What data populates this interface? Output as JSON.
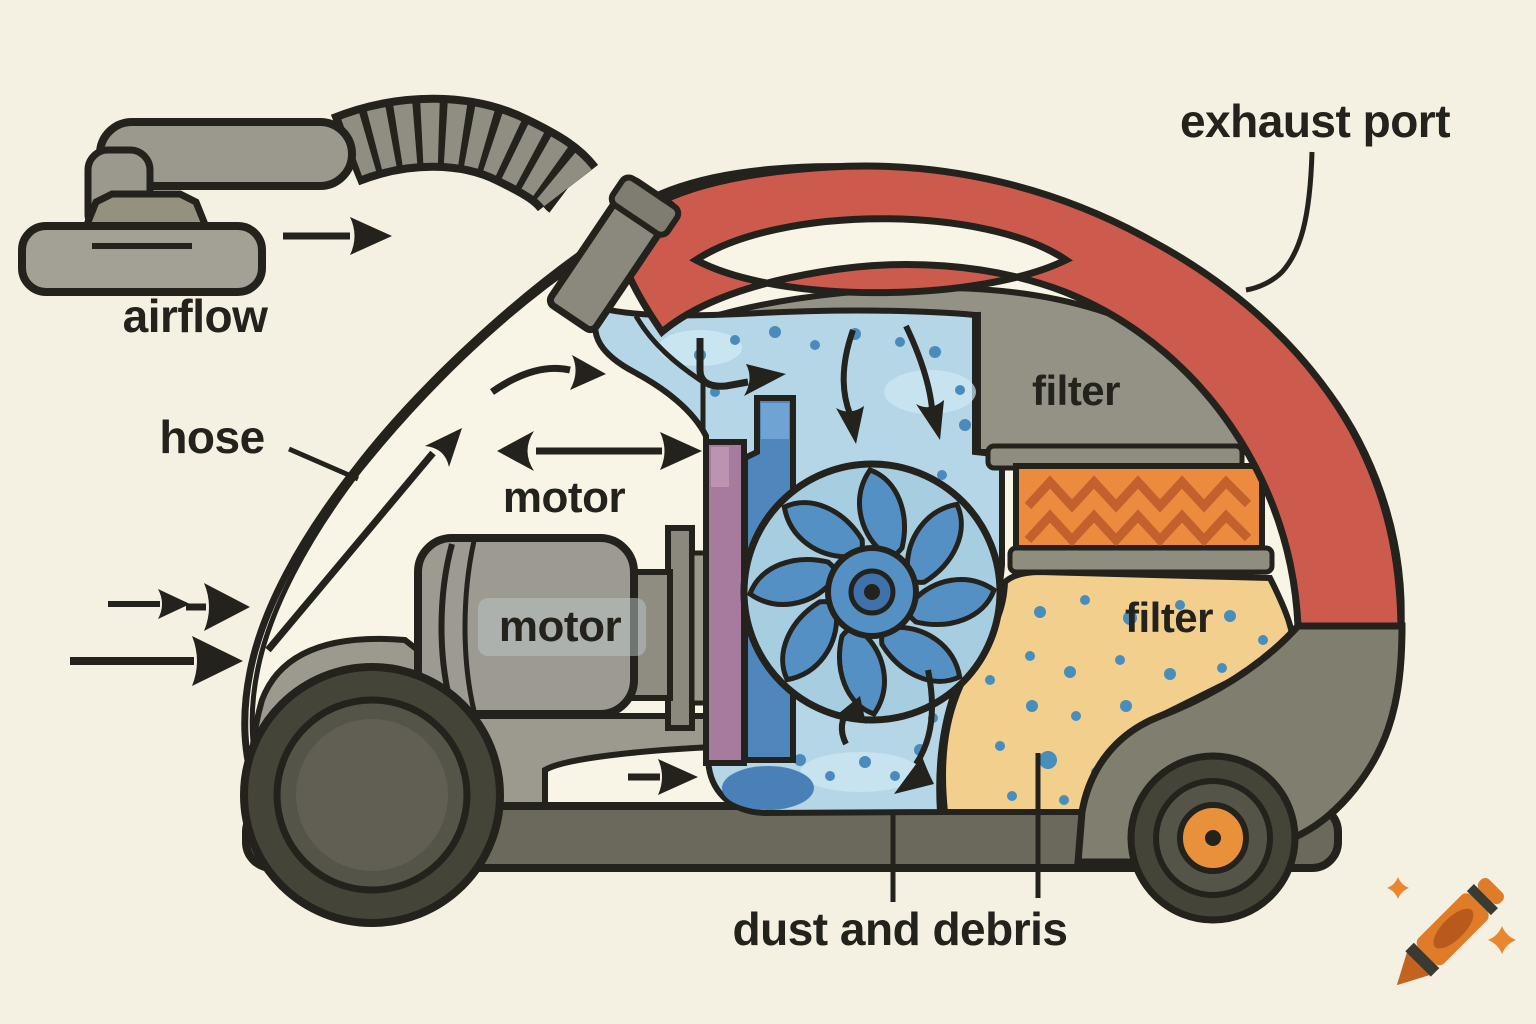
{
  "diagram": {
    "type": "vacuum-cleaner-cutaway-illustration",
    "labels": {
      "airflow": "airflow",
      "hose": "hose",
      "motor_callout": "motor",
      "motor_body": "motor",
      "filter_top": "filter",
      "filter_bag": "filter",
      "exhaust_port": "exhaust port",
      "dust_and_debris": "dust and debris"
    },
    "colors": {
      "background": "#f5f1e2",
      "outline": "#23221c",
      "body_cream": "#f8f4e6",
      "body_gray": "#9c9a8e",
      "base_gray": "#6a695b",
      "accent_red": "#cc5b4e",
      "air_blue": "#b5d6e6",
      "fan_blue": "#5590c4",
      "column_purple": "#a77b9d",
      "bag_yellow": "#f3cf8e",
      "filter_orange": "#ec8a3d",
      "zigzag_orange": "#c2602e",
      "dust_dot_blue": "#4a8abd",
      "wheel_hub_orange": "#e8913a"
    },
    "logo": "crayon-logo"
  }
}
